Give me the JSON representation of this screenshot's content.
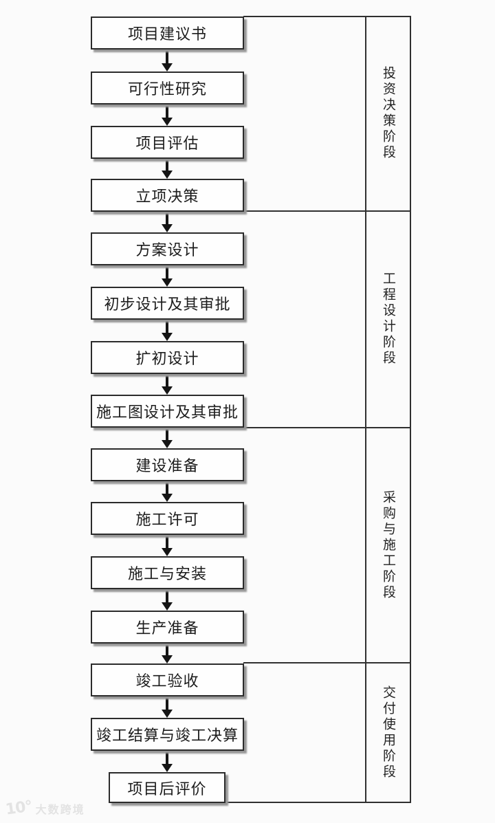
{
  "diagram": {
    "type": "flowchart",
    "description": "Construction project lifecycle flow with four phase brackets",
    "direction": "top-to-bottom"
  },
  "boxes": [
    {
      "label": "项目建议书"
    },
    {
      "label": "可行性研究"
    },
    {
      "label": "项目评估"
    },
    {
      "label": "立项决策"
    },
    {
      "label": "方案设计"
    },
    {
      "label": "初步设计及其审批"
    },
    {
      "label": "扩初设计"
    },
    {
      "label": "施工图设计及其审批"
    },
    {
      "label": "建设准备"
    },
    {
      "label": "施工许可"
    },
    {
      "label": "施工与安装"
    },
    {
      "label": "生产准备"
    },
    {
      "label": "竣工验收"
    },
    {
      "label": "竣工结算与竣工决算"
    },
    {
      "label": "项目后评价"
    }
  ],
  "stages": [
    {
      "label": "投资决策阶段",
      "covers_boxes": [
        "项目建议书",
        "可行性研究",
        "项目评估",
        "立项决策"
      ]
    },
    {
      "label": "工程设计阶段",
      "covers_boxes": [
        "方案设计",
        "初步设计及其审批",
        "扩初设计",
        "施工图设计及其审批"
      ]
    },
    {
      "label": "采购与施工阶段",
      "covers_boxes": [
        "建设准备",
        "施工许可",
        "施工与安装",
        "生产准备"
      ]
    },
    {
      "label": "交付使用阶段",
      "covers_boxes": [
        "竣工验收",
        "竣工结算与竣工决算",
        "项目后评价"
      ]
    }
  ],
  "watermark": {
    "logo": "10°",
    "text": "大数跨境"
  },
  "colors": {
    "background": "#fbfbfb",
    "box_background": "#fefefe",
    "line": "#2f2f2f",
    "arrow": "#151515",
    "shadow": "#979797",
    "watermark": "#e3e3e3"
  }
}
